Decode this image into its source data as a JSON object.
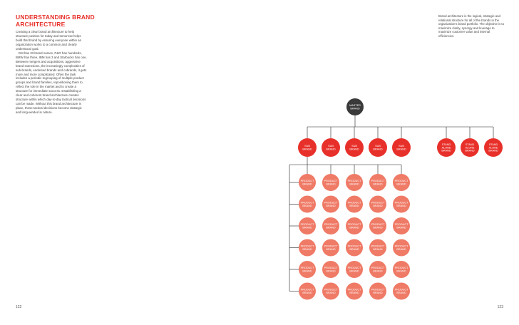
{
  "left_page": {
    "title": "UNDERSTANDING BRAND ARCHITECTURE",
    "body": "Creating a clear brand architecture to help structure position for today and tomorrow helps build that brand by ensuring everyone within an organization works to a common and clearly understood goal.\n   GM has 33 brand names, P&G has hundreds, BMW has three, IBM has 3 and Starbucks has one. Between mergers and acquisitions, aggressive brand extensions, the increasingly complexities of sub-brands, endorsed brands and cobrands, it gets more and more complicated. Often the task includes a periodic regrouping of multiple product groups and brand families, repositioning them to reflect the role in the market and to create a structure for immediate success. Establishing a clear and coherent brand architecture creates structure within which day-to-day tactical decisions can be made. Without this brand architecture in place, these tactical decisions become strategic and long-winded in nature.",
    "folio": "122"
  },
  "right_page": {
    "side_text": "Brand architecture is the logical, strategic and relational structure for all of the brands in the organization's brand portfolio. The objective is to maximize clarity, synergy and leverage to maximize customer value and internal efficiencies.",
    "folio": "123"
  },
  "diagram": {
    "master": [
      "MASTER",
      "BRAND"
    ],
    "sub_brand": [
      "SUB",
      "BRAND"
    ],
    "standalone": [
      "STAND",
      "ALONE",
      "BRAND"
    ],
    "product": [
      "PRODUCT",
      "BRAND"
    ],
    "sub_brand_count": 5,
    "standalone_count": 3,
    "product_rows": 6,
    "product_cols": 5
  },
  "colors": {
    "title_red": "#e8302a",
    "master_fill": "#3a3a3a",
    "sub_fill": "#e8302a",
    "product_fill": "#ef7a66",
    "line": "#222222"
  }
}
